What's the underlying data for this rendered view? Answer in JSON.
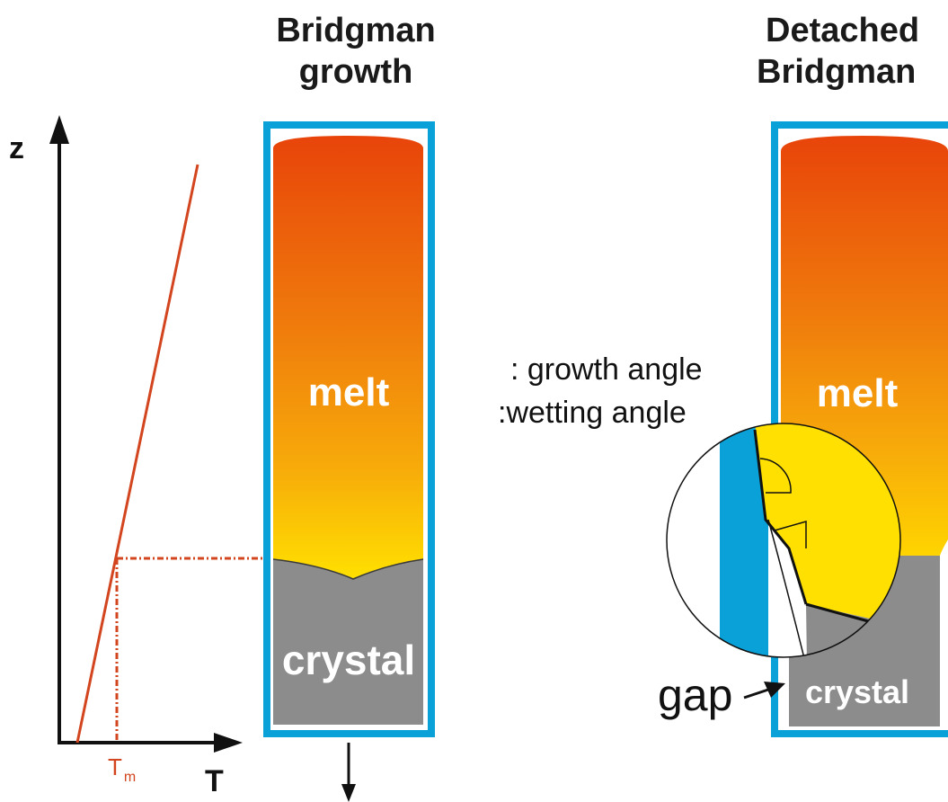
{
  "titles": {
    "left_line1": "Bridgman",
    "left_line2": "growth",
    "right_line1": "Detached",
    "right_line2": "Bridgman"
  },
  "axes": {
    "z_label": "z",
    "t_label": "T",
    "tm_main": "T",
    "tm_sub": "m"
  },
  "left_crucible": {
    "melt_label": "melt",
    "crystal_label": "crystal"
  },
  "right_crucible": {
    "melt_label": "melt",
    "crystal_label": "crystal"
  },
  "annotations": {
    "growth_angle": ": growth angle",
    "wetting_angle": ":wetting angle",
    "gap": "gap"
  },
  "colors": {
    "crucible_wall": "#0aa0d8",
    "melt_top": "#e8440a",
    "melt_bottom": "#ffe000",
    "crystal": "#8c8c8c",
    "temperature_line": "#d2451e"
  }
}
